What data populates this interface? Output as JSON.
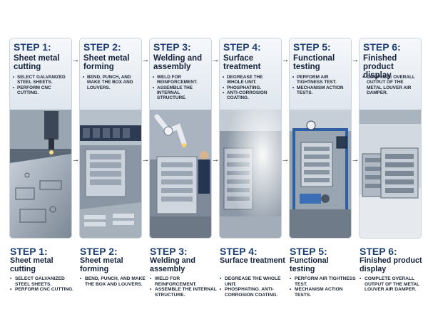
{
  "arrow_glyph": "→",
  "steps": [
    {
      "step": "STEP 1:",
      "title": "Sheet metal cutting",
      "panel_bullets": [
        "SELECT GALVANIZED STEEL SHEETS.",
        "PERFORM CNC CUTTING."
      ],
      "summary_bullets": [
        "SELECT GALVANIZED STEEL SHEETS.",
        "PERFORM CNC CUTTING."
      ],
      "photo": "cnc-laser-cutting"
    },
    {
      "step": "STEP 2:",
      "title": "Sheet metal forming",
      "panel_bullets": [
        "BEND, PUNCH, AND MAKE THE BOX AND LOUVERS."
      ],
      "summary_bullets": [
        "BEND, PUNCH, AND MAKE THE BOX AND LOUVERS."
      ],
      "photo": "press-brake-forming"
    },
    {
      "step": "STEP 3:",
      "title": "Welding and assembly",
      "panel_bullets": [
        "WELD FOR REINFORCEMENT.",
        "ASSEMBLE THE INTERNAL STRUCTURE."
      ],
      "summary_bullets": [
        "WELD FOR REINFORCEMENT.",
        "ASSEMBLE THE INTERNAL STRUCTURE."
      ],
      "photo": "robot-welding"
    },
    {
      "step": "STEP 4:",
      "title": "Surface treatment",
      "panel_bullets": [
        "DEGREASE THE WHOLE UNIT.",
        "PHOSPHATING.",
        "ANTI-CORROSION COATING."
      ],
      "summary_bullets": [
        "DEGREASE THE WHOLE UNIT.",
        "PHOSPHATING. ANTI-CORROSION COATING."
      ],
      "photo": "spray-booth"
    },
    {
      "step": "STEP 5:",
      "title": "Functional testing",
      "panel_bullets": [
        "PERFORM AIR TIGHTNESS TEST.",
        "MECHANISM ACTION TESTS."
      ],
      "summary_bullets": [
        "PERFORM AIR TIGHTNESS TEST.",
        "MECHANISM ACTION TESTS."
      ],
      "photo": "test-rig"
    },
    {
      "step": "STEP 6:",
      "title": "Finished product display",
      "panel_bullets": [
        "COMPLETE OVERALL OUTPUT OF THE METAL LOUVER AIR DAMPER."
      ],
      "summary_bullets": [
        "COMPLETE OVERALL OUTPUT OF THE METAL LOUVER AIR DAMPER."
      ],
      "photo": "finished-dampers"
    }
  ]
}
